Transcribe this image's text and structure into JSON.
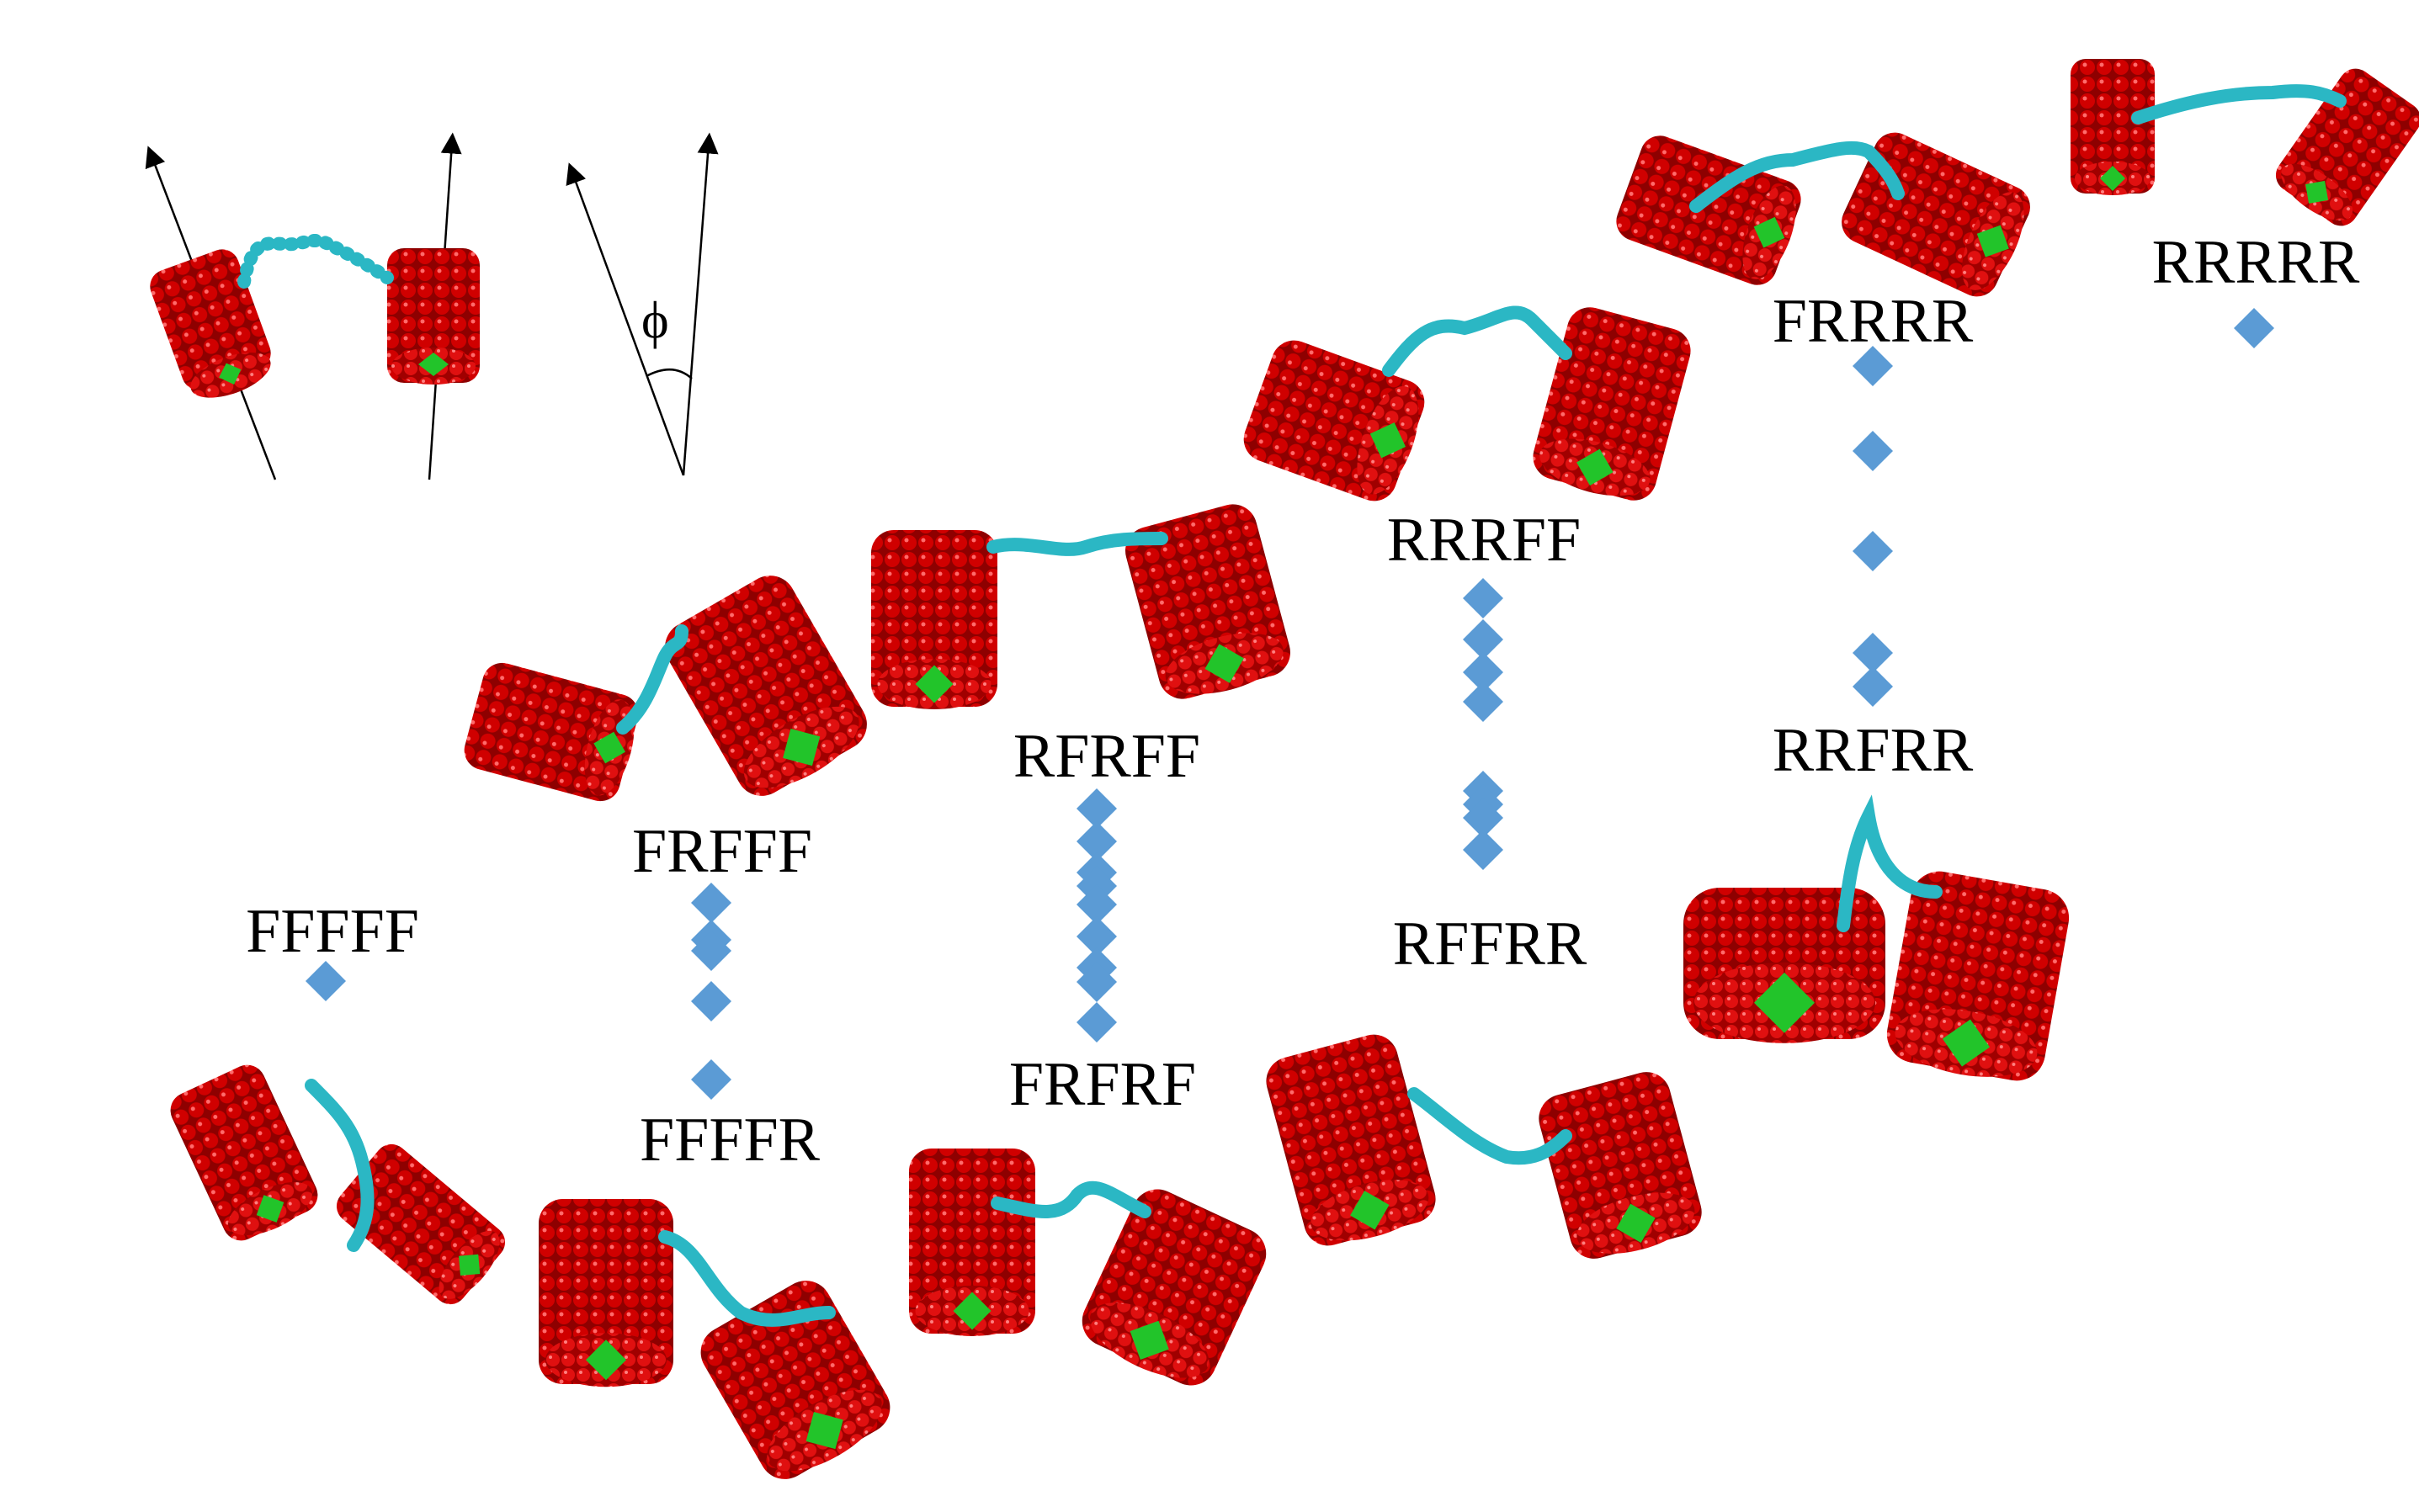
{
  "figure": {
    "angle_symbol": "ϕ",
    "colors": {
      "cylinder": "#c40000",
      "cylinder_dark": "#7a0000",
      "end_cap": "#22c42a",
      "linker": "#2bb7c4",
      "marker": "#5b9bd5",
      "arrow": "#000000"
    },
    "states": [
      {
        "id": "FFFFF",
        "label": "FFFFF"
      },
      {
        "id": "FRFFF",
        "label": "FRFFF"
      },
      {
        "id": "FFFFR",
        "label": "FFFFR"
      },
      {
        "id": "RFRFF",
        "label": "RFRFF"
      },
      {
        "id": "FRFRF",
        "label": "FRFRF"
      },
      {
        "id": "RRRFF",
        "label": "RRRFF"
      },
      {
        "id": "RFFRR",
        "label": "RFFRR"
      },
      {
        "id": "FRRRR",
        "label": "FRRRR"
      },
      {
        "id": "RRFRR",
        "label": "RRFRR"
      },
      {
        "id": "RRRRR",
        "label": "RRRRR"
      }
    ],
    "marker_columns": [
      {
        "name": "FFFFF",
        "count": 1
      },
      {
        "name": "FRFFF-FFFFR",
        "count": 5
      },
      {
        "name": "RFRFF-FRFRF",
        "count": 8
      },
      {
        "name": "RRRFF-RFFRR",
        "count": 7
      },
      {
        "name": "FRRRR-RRFRR",
        "count": 5
      },
      {
        "name": "RRRRR",
        "count": 1
      }
    ]
  }
}
